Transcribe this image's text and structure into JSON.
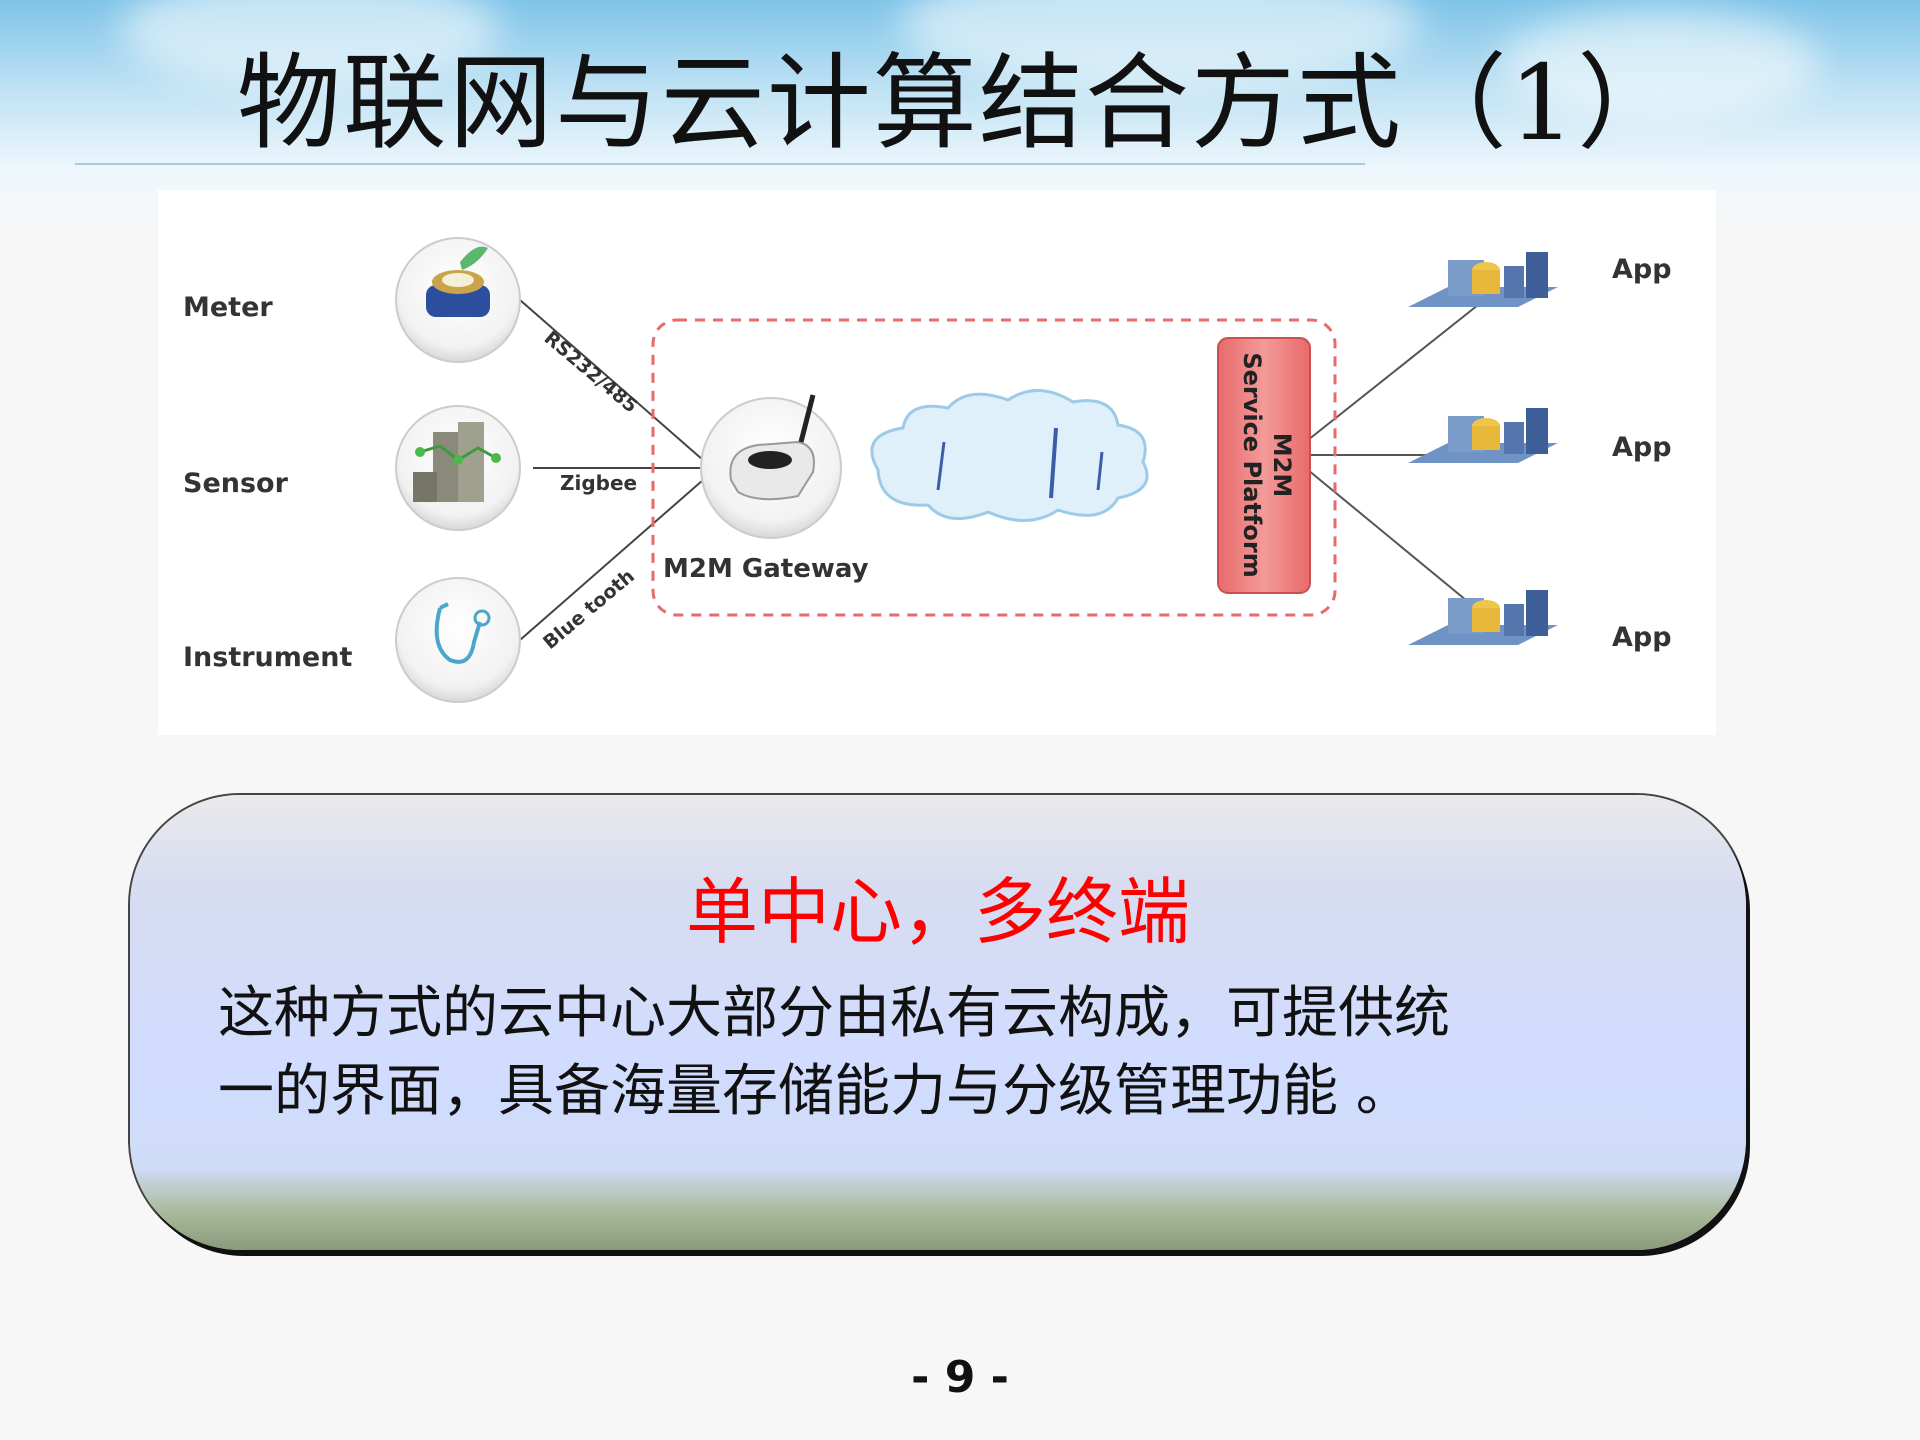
{
  "slide": {
    "title": "物联网与云计算结合方式（1）",
    "page_number": "- 9 -"
  },
  "diagram": {
    "devices": [
      {
        "label": "Meter",
        "icon": "water-meter-icon"
      },
      {
        "label": "Sensor",
        "icon": "building-sensor-icon"
      },
      {
        "label": "Instrument",
        "icon": "stethoscope-icon"
      }
    ],
    "links": [
      "RS232/485",
      "Zigbee",
      "Blue tooth"
    ],
    "gateway_label": "M2M Gateway",
    "platform_label_line1": "M2M",
    "platform_label_line2": "Service Platform",
    "apps": [
      "App",
      "App",
      "App"
    ],
    "colors": {
      "platform_fill": "#f07b7b",
      "dashed_border": "#e86a6a",
      "cloud_fill": "#dff0fb"
    }
  },
  "callout": {
    "heading": "单中心，多终端",
    "body": "这种方式的云中心大部分由私有云构成，可提供统\n一的界面，具备海量存储能力与分级管理功能 。",
    "heading_color": "#ff0000"
  }
}
